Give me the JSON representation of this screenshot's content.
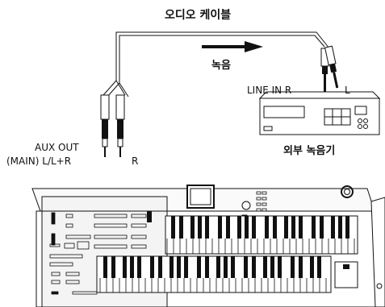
{
  "labels": {
    "cable_title": "오디오 케이블",
    "recording": "녹음",
    "line_in_r": "LINE IN R",
    "line_in_l": "L",
    "recorder": "외부 녹음기",
    "aux_out": "AUX OUT",
    "main_lr": "(MAIN)  L/L+R",
    "aux_r": "R"
  },
  "colors": {
    "ink": "#111111",
    "panel": "#f4f4f4",
    "key_black": "#1a1a1a"
  }
}
